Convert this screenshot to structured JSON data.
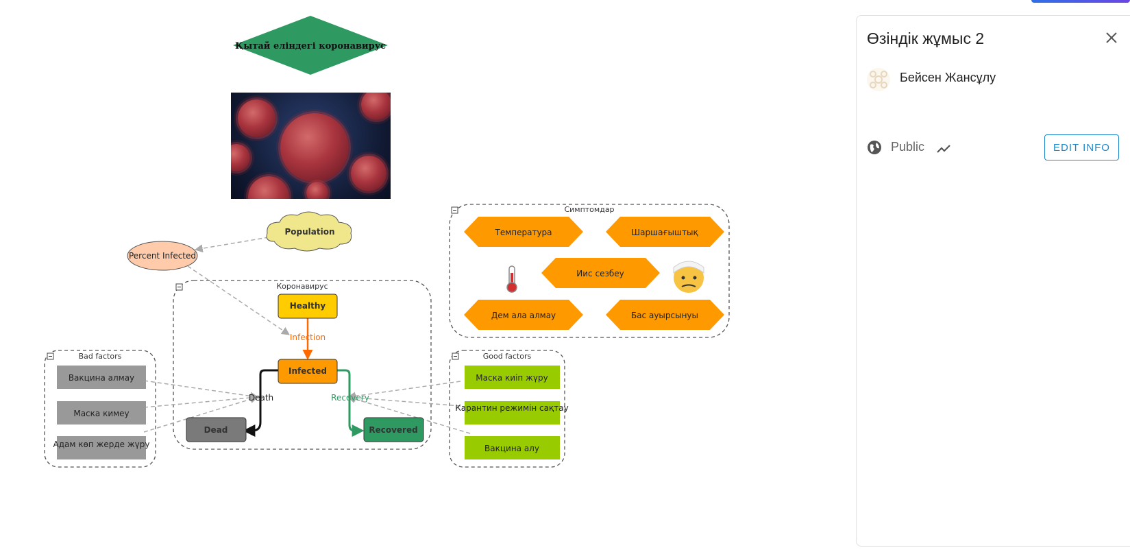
{
  "diagram": {
    "title": "Қытай еліндегі коронавирус",
    "groups": {
      "symptoms": "Симптомдар",
      "coronavirus": "Коронавирус",
      "bad_factors": "Bad factors",
      "good_factors": "Good factors"
    },
    "nodes": {
      "population": "Population",
      "percent_infected": "Percent Infected",
      "healthy": "Healthy",
      "infected": "Infected",
      "dead": "Dead",
      "recovered": "Recovered"
    },
    "flows": {
      "infection": "Infection",
      "death": "Death",
      "recovery": "Recovery"
    },
    "symptoms": {
      "temperature": "Температура",
      "fatigue": "Шаршағыштық",
      "anosmia": "Иис сезбеу",
      "breathing": "Дем ала алмау",
      "headache": "Бас ауырсынуы"
    },
    "bad_factors": [
      "Вакцина алмау",
      "Маска кимеу",
      "Адам көп жерде жүру"
    ],
    "good_factors": [
      "Маска киіп жүру",
      "Карантин режимін сақтау",
      "Вакцина алу"
    ],
    "icons": {
      "thermometer": "thermometer-icon",
      "sick_face": "face-with-head-bandage-icon"
    },
    "colors": {
      "title_diamond": "#2e9a62",
      "healthy": "#ffcc00",
      "infected": "#ff9900",
      "dead": "#7a7a7a",
      "recovered": "#2e9a62",
      "symptom": "#ff9900",
      "bad_factor": "#999999",
      "good_factor": "#99cc00",
      "population": "#f0e68c",
      "percent_infected": "#ffcbaa",
      "infection_flow": "#ff6a00",
      "recovery_flow": "#2e9a62"
    }
  },
  "panel": {
    "title": "Өзіндік жұмыс 2",
    "author": "Бейсен Жансұлу",
    "visibility": "Public",
    "edit_button": "EDIT INFO",
    "accent": "#1a87c8"
  }
}
